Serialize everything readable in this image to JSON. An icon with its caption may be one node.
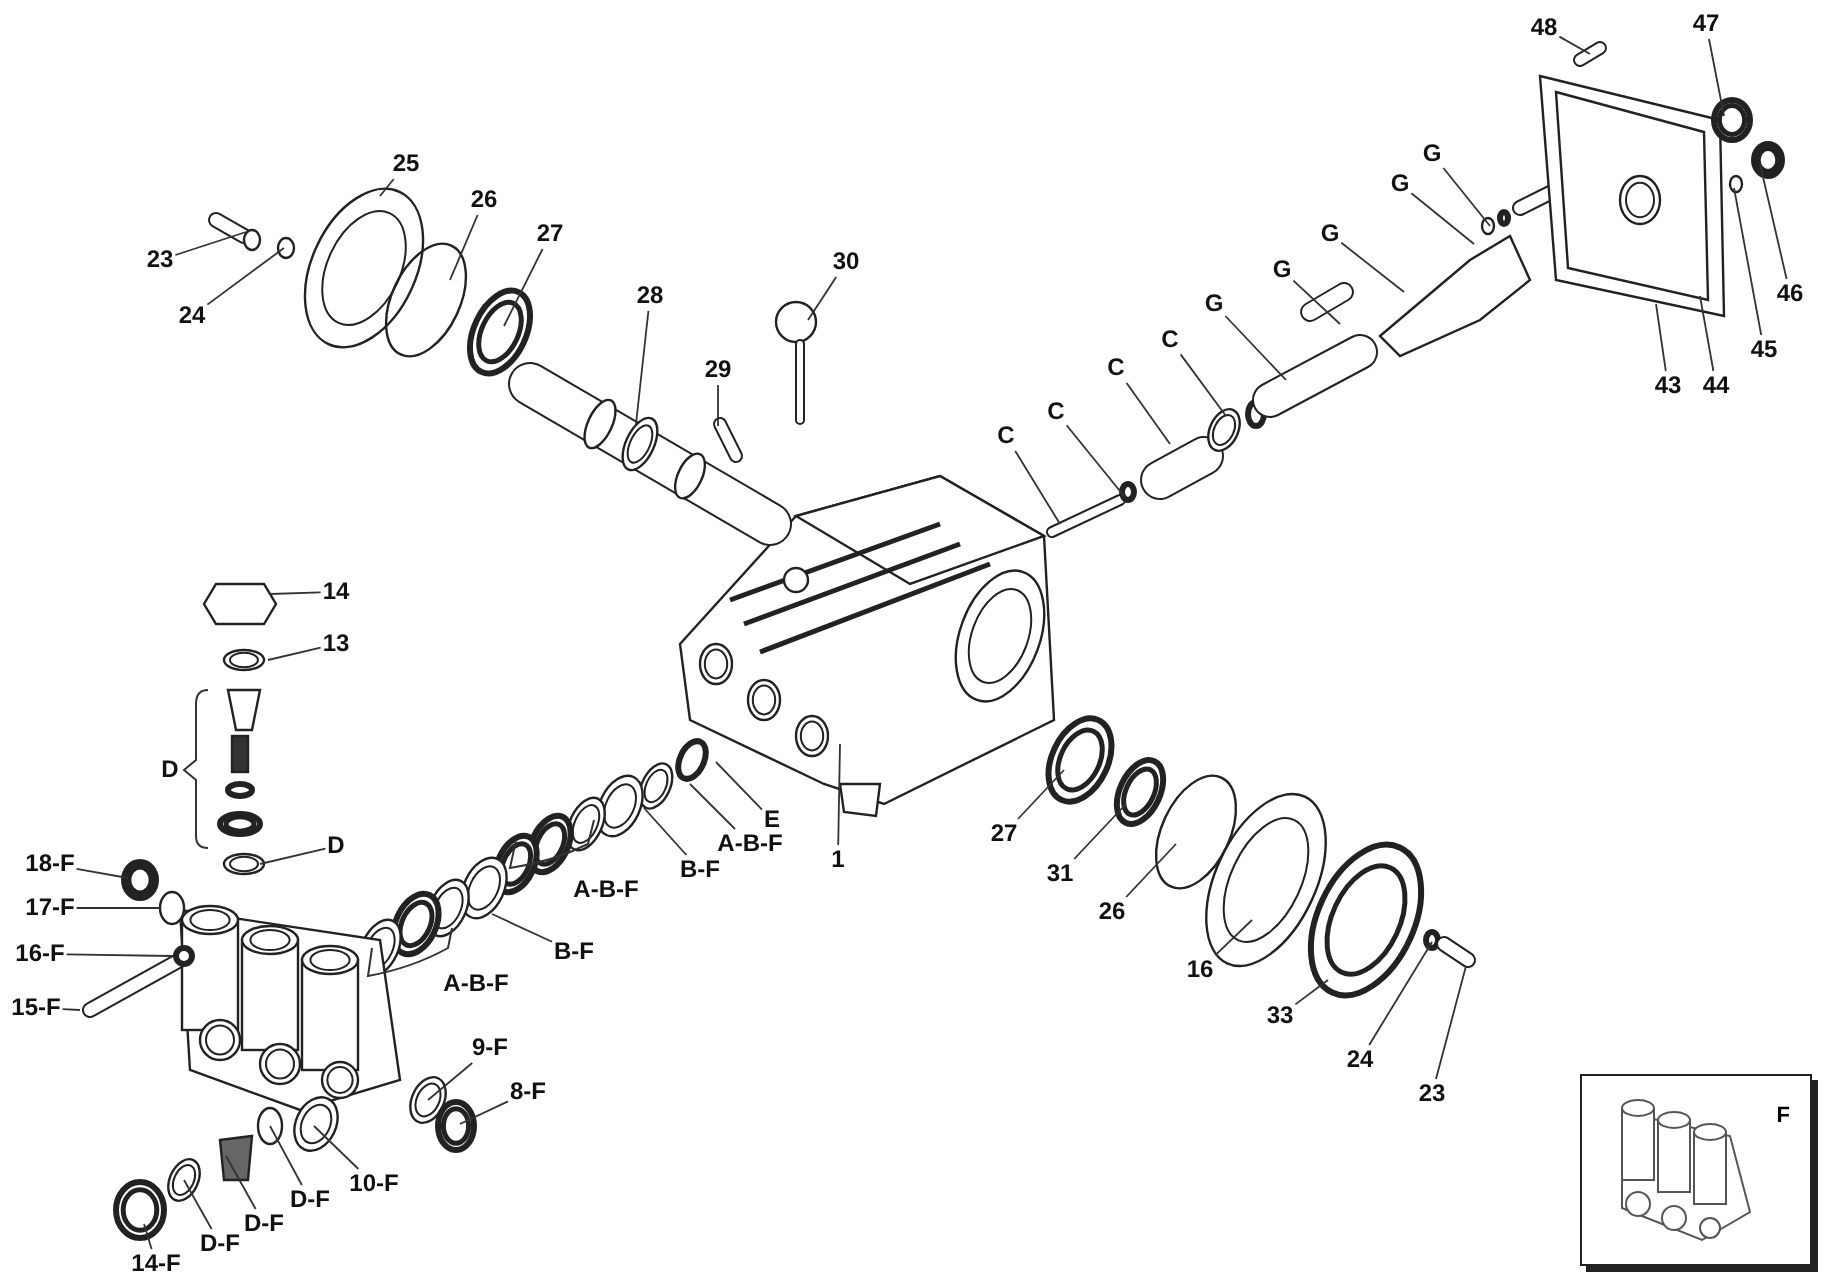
{
  "diagram": {
    "nodes": [
      {
        "text": [
          "48"
        ]
      },
      {
        "text": [
          "47"
        ]
      },
      {
        "text": [
          "25"
        ]
      },
      {
        "text": [
          "26"
        ]
      },
      {
        "text": [
          "27"
        ]
      },
      {
        "text": [
          "23"
        ]
      },
      {
        "text": [
          "30"
        ]
      },
      {
        "text": [
          "28"
        ]
      },
      {
        "text": [
          "G"
        ]
      },
      {
        "text": [
          "G"
        ]
      },
      {
        "text": [
          "G"
        ]
      },
      {
        "text": [
          "G"
        ]
      },
      {
        "text": [
          "G"
        ]
      },
      {
        "text": [
          "46"
        ]
      },
      {
        "text": [
          "24"
        ]
      },
      {
        "text": [
          "C"
        ]
      },
      {
        "text": [
          "45"
        ]
      },
      {
        "text": [
          "C"
        ]
      },
      {
        "text": [
          "29"
        ]
      },
      {
        "text": [
          "43"
        ]
      },
      {
        "text": [
          "44"
        ]
      },
      {
        "text": [
          "C"
        ]
      },
      {
        "text": [
          "C"
        ]
      },
      {
        "text": [
          "14"
        ]
      },
      {
        "text": [
          "13"
        ]
      },
      {
        "text": [
          "D"
        ]
      },
      {
        "text": [
          "E"
        ]
      },
      {
        "text": [
          "A-B-F"
        ]
      },
      {
        "text": [
          "1"
        ]
      },
      {
        "text": [
          "27"
        ]
      },
      {
        "text": [
          "18-F"
        ]
      },
      {
        "text": [
          "B-F"
        ]
      },
      {
        "text": [
          "31"
        ]
      },
      {
        "text": [
          "17-F"
        ]
      },
      {
        "text": [
          "26"
        ]
      },
      {
        "text": [
          "B-F"
        ]
      },
      {
        "text": [
          "16-F"
        ]
      },
      {
        "text": [
          "16"
        ]
      },
      {
        "text": [
          "15-F"
        ]
      },
      {
        "text": [
          "33"
        ]
      },
      {
        "text": [
          "9-F"
        ]
      },
      {
        "text": [
          "24"
        ]
      },
      {
        "text": [
          "8-F"
        ]
      },
      {
        "text": [
          "23"
        ]
      },
      {
        "text": [
          "10-F"
        ]
      },
      {
        "text": [
          "D-F"
        ]
      },
      {
        "text": [
          "D-F"
        ]
      },
      {
        "text": [
          "D-F"
        ]
      },
      {
        "text": [
          "14-F"
        ]
      },
      {
        "text": [
          "F"
        ]
      }
    ],
    "edges": [
      {
        "from": 0,
        "to": null,
        "arrow": "none"
      },
      {
        "from": 1,
        "to": null,
        "arrow": "none"
      },
      {
        "from": 2,
        "to": null,
        "arrow": "none"
      },
      {
        "from": 3,
        "to": null,
        "arrow": "none"
      },
      {
        "from": 4,
        "to": null,
        "arrow": "none"
      },
      {
        "from": 5,
        "to": null,
        "arrow": "none"
      },
      {
        "from": 6,
        "to": null,
        "arrow": "none"
      },
      {
        "from": 7,
        "to": null,
        "arrow": "none"
      },
      {
        "from": 8,
        "to": null,
        "arrow": "none"
      },
      {
        "from": 9,
        "to": null,
        "arrow": "none"
      },
      {
        "from": 10,
        "to": null,
        "arrow": "none"
      },
      {
        "from": 11,
        "to": null,
        "arrow": "none"
      },
      {
        "from": 12,
        "to": null,
        "arrow": "none"
      },
      {
        "from": 13,
        "to": null,
        "arrow": "none"
      },
      {
        "from": 14,
        "to": null,
        "arrow": "none"
      },
      {
        "from": 15,
        "to": null,
        "arrow": "none"
      },
      {
        "from": 16,
        "to": null,
        "arrow": "none"
      },
      {
        "from": 17,
        "to": null,
        "arrow": "none"
      },
      {
        "from": 18,
        "to": null,
        "arrow": "none"
      },
      {
        "from": 19,
        "to": null,
        "arrow": "none"
      },
      {
        "from": 20,
        "to": null,
        "arrow": "none"
      },
      {
        "from": 21,
        "to": null,
        "arrow": "none"
      },
      {
        "from": 22,
        "to": null,
        "arrow": "none"
      },
      {
        "from": 23,
        "to": null,
        "arrow": "none"
      },
      {
        "from": 24,
        "to": null,
        "arrow": "none"
      },
      {
        "from": 25,
        "to": null,
        "arrow": "none"
      },
      {
        "from": 26,
        "to": null,
        "arrow": "none"
      },
      {
        "from": 27,
        "to": null,
        "arrow": "none"
      },
      {
        "from": 28,
        "to": null,
        "arrow": "none"
      },
      {
        "from": 29,
        "to": null,
        "arrow": "none"
      },
      {
        "from": 30,
        "to": null,
        "arrow": "none"
      },
      {
        "from": 31,
        "to": null,
        "arrow": "none"
      },
      {
        "from": 32,
        "to": null,
        "arrow": "none"
      },
      {
        "from": 33,
        "to": null,
        "arrow": "none"
      },
      {
        "from": 34,
        "to": null,
        "arrow": "none"
      },
      {
        "from": 35,
        "to": null,
        "arrow": "none"
      },
      {
        "from": 36,
        "to": null,
        "arrow": "none"
      },
      {
        "from": 37,
        "to": null,
        "arrow": "none"
      },
      {
        "from": 38,
        "to": null,
        "arrow": "none"
      },
      {
        "from": 39,
        "to": null,
        "arrow": "none"
      },
      {
        "from": 40,
        "to": null,
        "arrow": "none"
      },
      {
        "from": 41,
        "to": null,
        "arrow": "none"
      },
      {
        "from": 42,
        "to": null,
        "arrow": "none"
      },
      {
        "from": 43,
        "to": null,
        "arrow": "none"
      },
      {
        "from": 44,
        "to": null,
        "arrow": "none"
      },
      {
        "from": 45,
        "to": null,
        "arrow": "none"
      },
      {
        "from": 46,
        "to": null,
        "arrow": "none"
      },
      {
        "from": 47,
        "to": null,
        "arrow": "none"
      },
      {
        "from": 48,
        "to": null,
        "arrow": "none"
      }
    ],
    "labels": [
      "D",
      "A-B-F",
      "A-B-F"
    ]
  }
}
